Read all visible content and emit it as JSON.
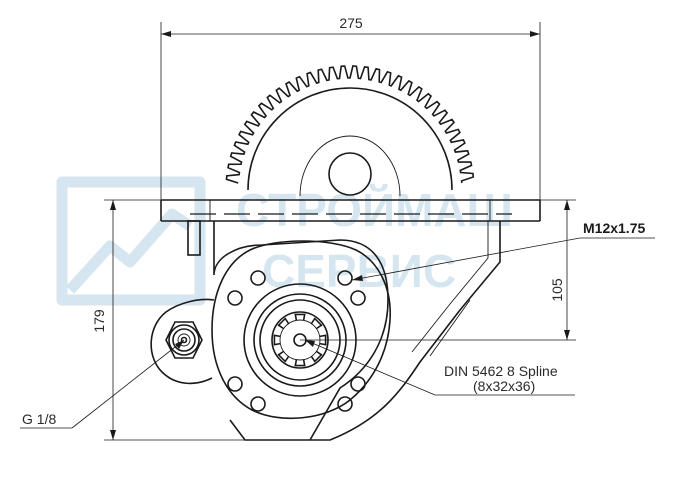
{
  "watermark": {
    "line1": "СТРОЙМАШ",
    "line2": "СЕРВИС",
    "color": "#d6e6f1"
  },
  "dimensions": {
    "width": "275",
    "height_total": "179",
    "height_flange": "105"
  },
  "callouts": {
    "thread": "M12x1.75",
    "spline_line1": "DIN 5462 8 Spline",
    "spline_line2": "(8x32x36)",
    "port": "G 1/8"
  },
  "colors": {
    "line": "#1a1a1a",
    "background": "#ffffff"
  }
}
